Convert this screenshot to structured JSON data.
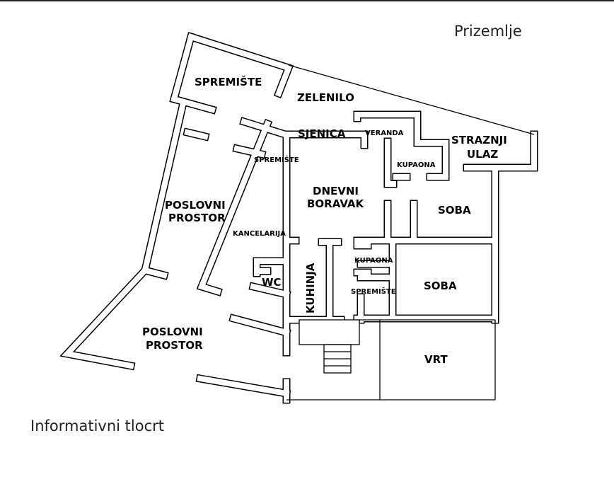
{
  "title": "Prizemlje",
  "footer": "Informativni tlocrt",
  "rooms": {
    "spremiste_top": "SPREMIŠTE",
    "zelenilo": "ZELENILO",
    "sjenica": "SJENICA",
    "veranda": "VERANDA",
    "straznji_ulaz_1": "STRAZNJI",
    "straznji_ulaz_2": "ULAZ",
    "kupaona_top": "KUPAONA",
    "spremiste_small": "SPREMIŠTE",
    "dnevni_1": "DNEVNI",
    "dnevni_2": "BORAVAK",
    "soba_top": "SOBA",
    "poslovni1_1": "POSLOVNI",
    "poslovni1_2": "PROSTOR",
    "kancelarija": "KANCELARIJA",
    "kupaona_mid": "KUPAONA",
    "wc": "WC",
    "kuhinja": "KUHINJA",
    "spremiste_mid": "SPREMIŠTE",
    "soba_mid": "SOBA",
    "poslovni2_1": "POSLOVNI",
    "poslovni2_2": "PROSTOR",
    "vrt": "VRT"
  }
}
